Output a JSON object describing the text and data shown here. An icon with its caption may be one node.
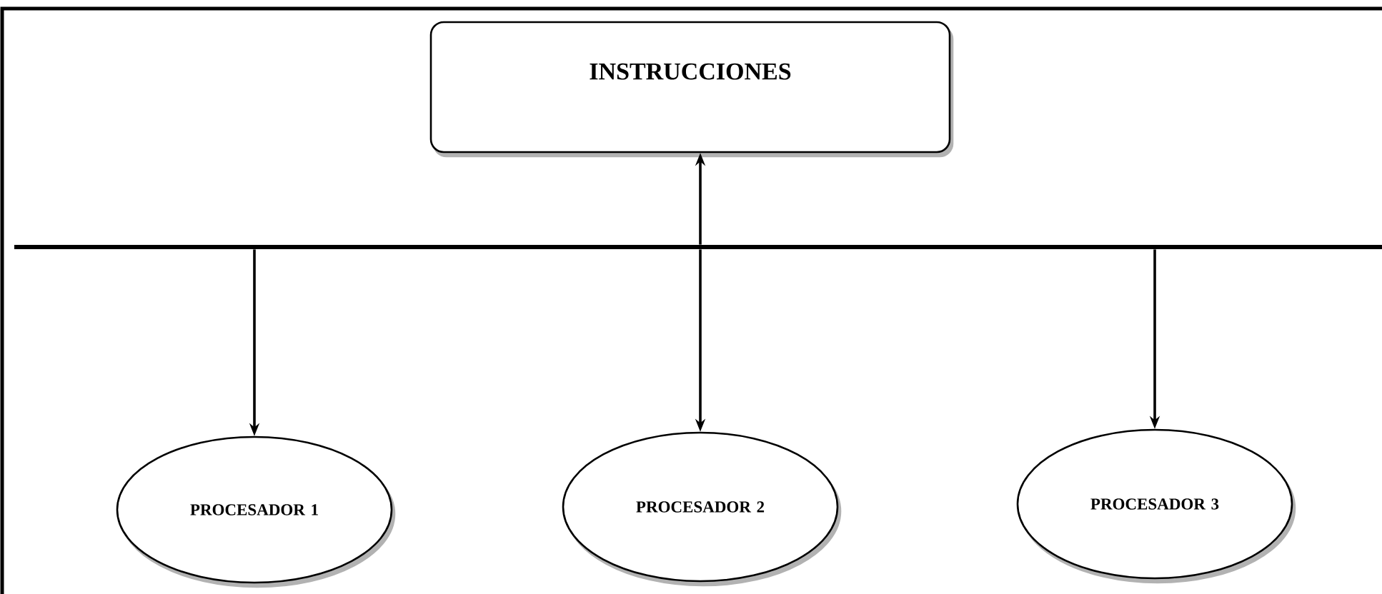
{
  "diagram": {
    "nodes": [
      {
        "text": [
          "INSTRUCCIONES"
        ]
      },
      {
        "text": [],
        "shape": "bar"
      },
      {
        "text": [
          "PROCESADOR 1"
        ]
      },
      {
        "text": [
          "PROCESADOR 2"
        ]
      },
      {
        "text": [
          "PROCESADOR 3"
        ]
      }
    ],
    "edges": [
      {
        "from": 1,
        "to": 0,
        "arrow": "to"
      },
      {
        "from": 1,
        "to": 2,
        "arrow": "to"
      },
      {
        "from": 1,
        "to": 3,
        "arrow": "to"
      },
      {
        "from": 1,
        "to": 4,
        "arrow": "to"
      }
    ]
  }
}
